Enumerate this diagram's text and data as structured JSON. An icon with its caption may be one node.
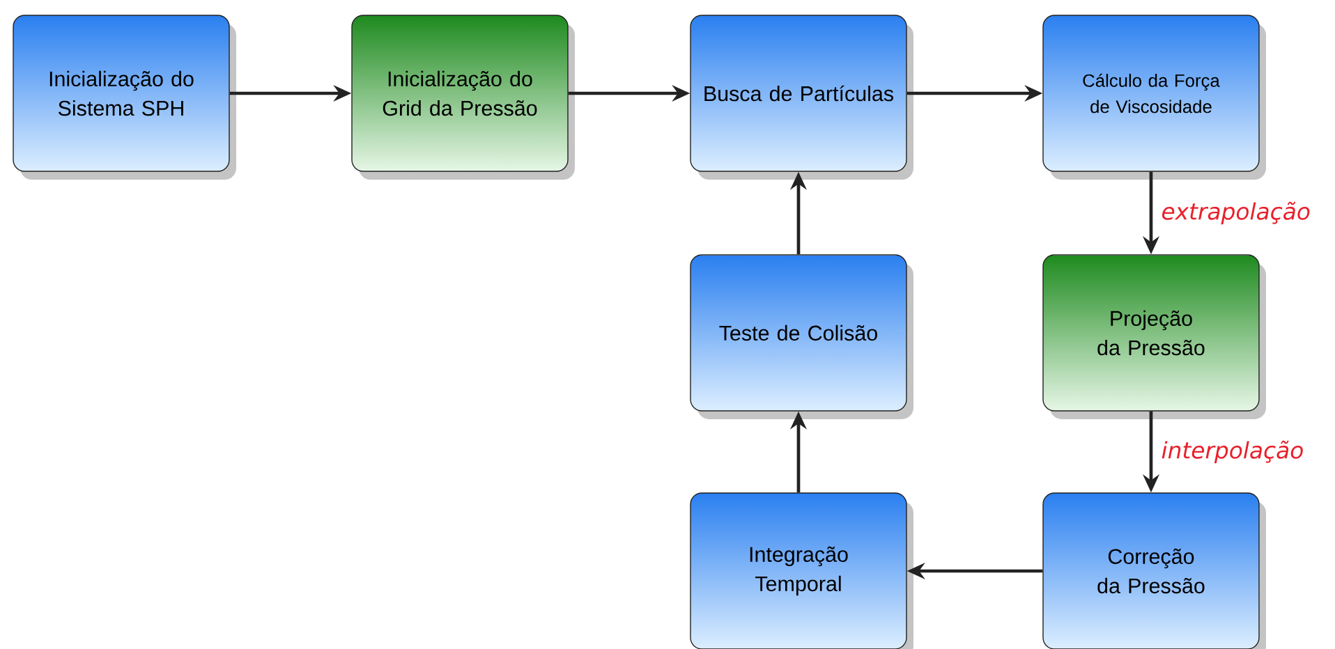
{
  "diagram": {
    "nodes": [
      {
        "text": [
          "Inicialização do Sistema SPH"
        ]
      },
      {
        "text": [
          "Inicialização do Grid da Pressão"
        ]
      },
      {
        "text": [
          "Busca de Partículas"
        ]
      },
      {
        "text": [
          "Cálculo da Força de Viscosidade"
        ]
      },
      {
        "text": [
          "Projeção da Pressão"
        ]
      },
      {
        "text": [
          "Correção da Pressão"
        ]
      },
      {
        "text": [
          "Integração Temporal"
        ]
      },
      {
        "text": [
          "Teste de Colisão"
        ]
      }
    ],
    "edges": [
      {
        "from": 0,
        "to": 1,
        "arrow": "to"
      },
      {
        "from": 1,
        "to": 2,
        "arrow": "to"
      },
      {
        "from": 2,
        "to": 3,
        "arrow": "to"
      },
      {
        "from": 3,
        "to": 4,
        "arrow": "to",
        "label": "extrapolação"
      },
      {
        "from": 4,
        "to": 5,
        "arrow": "to",
        "label": "interpolação"
      },
      {
        "from": 5,
        "to": 6,
        "arrow": "to"
      },
      {
        "from": 6,
        "to": 7,
        "arrow": "to"
      },
      {
        "from": 7,
        "to": 2,
        "arrow": "to"
      }
    ]
  }
}
